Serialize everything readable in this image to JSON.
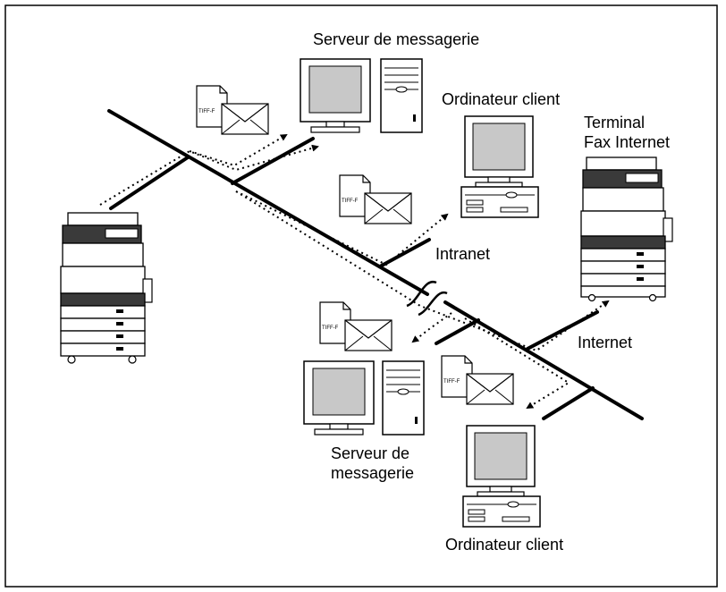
{
  "labels": {
    "mail_server_top": "Serveur de messagerie",
    "client_top": "Ordinateur client",
    "fax_terminal_line1": "Terminal",
    "fax_terminal_line2": "Fax Internet",
    "intranet": "Intranet",
    "internet": "Internet",
    "mail_server_bottom_line1": "Serveur de",
    "mail_server_bottom_line2": "messagerie",
    "client_bottom": "Ordinateur client"
  },
  "attachment_tag": "TIFF-F",
  "colors": {
    "line": "#000000",
    "screen": "#c8c8c8",
    "device_fill": "#ffffff",
    "device_dark": "#3a3a3a",
    "page_bg": "#ffffff"
  }
}
